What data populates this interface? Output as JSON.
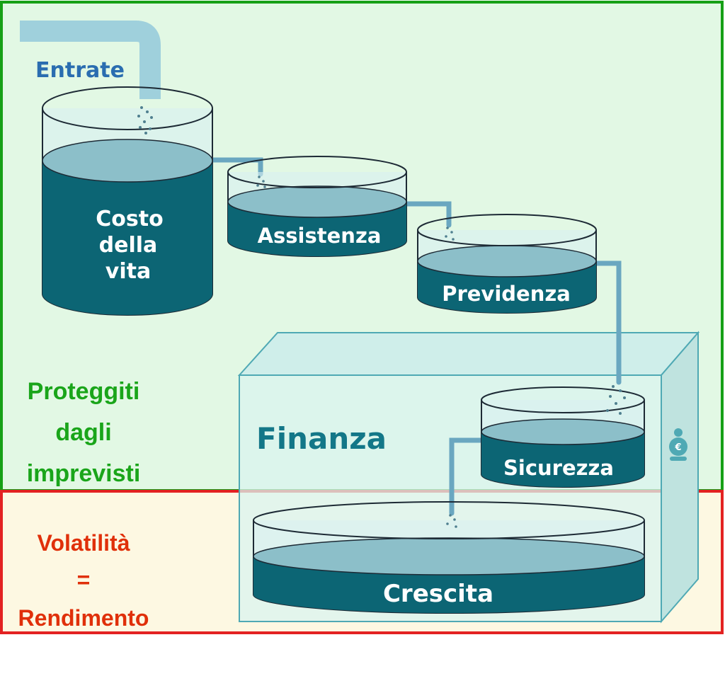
{
  "inflow_label": "Entrate",
  "tanks": {
    "costo": {
      "lines": [
        "Costo",
        "della",
        "vita"
      ]
    },
    "assistenza": {
      "label": "Assistenza"
    },
    "previdenza": {
      "label": "Previdenza"
    },
    "sicurezza": {
      "label": "Sicurezza"
    },
    "crescita": {
      "label": "Crescita"
    }
  },
  "finance_box": {
    "label": "Finanza"
  },
  "zones": {
    "protection": {
      "lines": [
        "Proteggiti",
        "dagli",
        "imprevisti"
      ],
      "color": "#1aa51a"
    },
    "volatility": {
      "lines": [
        "Volatilità",
        "=",
        "Rendimento"
      ],
      "color": "#e0300a"
    }
  },
  "colors": {
    "protection_border": "#16a016",
    "protection_fill": "#e2f8e4",
    "volatility_border": "#e32222",
    "volatility_fill": "#fdf8e2",
    "water": "#0c6574",
    "water_surface": "#8cbfc9",
    "glass": "#d8f0f2",
    "outline": "#1d2a35",
    "pipe": "#6aa7c0",
    "inflow_text": "#2a6db0",
    "finance_text": "#137788"
  }
}
